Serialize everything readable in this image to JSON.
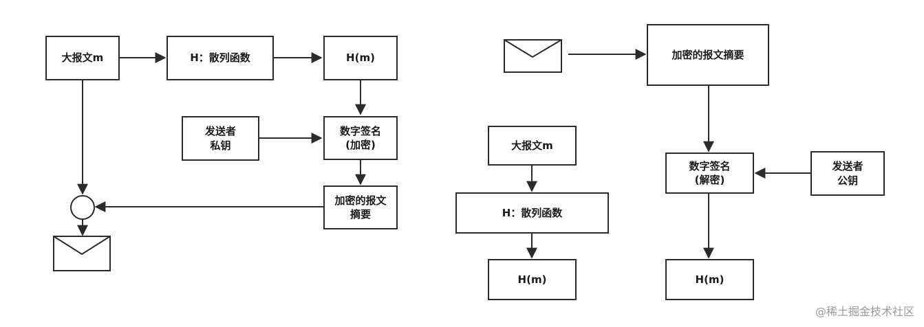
{
  "left_flow": {
    "message_box": "大报文m",
    "hash_function_box": "H：散列函数",
    "hash_result_box": "H(m)",
    "sender_private_key_box": "发送者\n私钥",
    "signature_encrypt_box": "数字签名\n(加密)",
    "encrypted_digest_box": "加密的报文\n摘要",
    "join_node_icon": "circle-node",
    "envelope_icon": "envelope"
  },
  "right_flow": {
    "envelope_icon": "envelope",
    "encrypted_digest_box": "加密的报文摘要",
    "signature_decrypt_box": "数字签名\n(解密)",
    "sender_public_key_box": "发送者\n公钥",
    "decrypted_hash_box": "H(m)"
  },
  "middle_flow": {
    "message_box": "大报文m",
    "hash_function_box": "H：散列函数",
    "hash_result_box": "H(m)"
  },
  "watermark": "@稀土掘金技术社区",
  "colors": {
    "stroke": "#2b2b2b",
    "text": "#1a1a1a",
    "watermark": "#9a9a9a"
  }
}
